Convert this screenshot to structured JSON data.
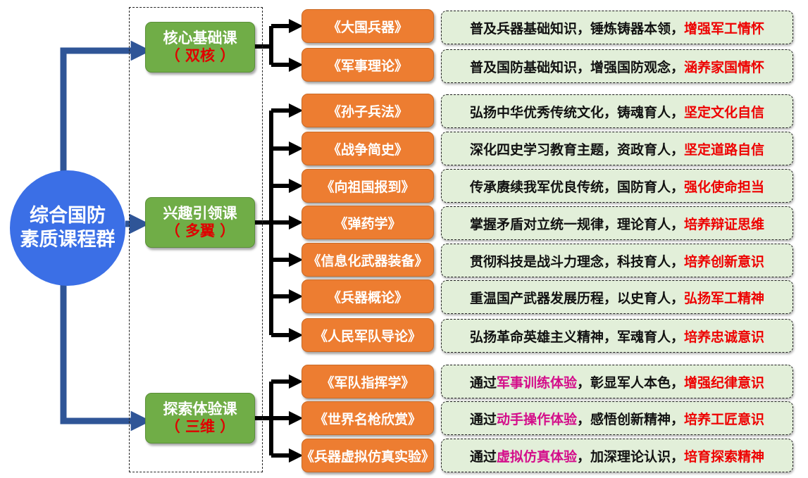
{
  "root": {
    "line1": "综合国防",
    "line2": "素质课程群"
  },
  "categories": [
    {
      "title": "核心基础课",
      "sub": "（ 双核 ）"
    },
    {
      "title": "兴趣引领课",
      "sub": "（ 多翼 ）"
    },
    {
      "title": "探索体验课",
      "sub": "（ 三维 ）"
    }
  ],
  "courses": [
    "《大国兵器》",
    "《军事理论》",
    "《孙子兵法》",
    "《战争简史》",
    "《向祖国报到》",
    "《弹药学》",
    "《信息化武器装备》",
    "《兵器概论》",
    "《人民军队导论》",
    "《军队指挥学》",
    "《世界名枪欣赏》",
    "《兵器虚拟仿真实验》"
  ],
  "descriptions": [
    {
      "parts": [
        "普及兵器基础知识，锤炼铸器本领，",
        "增强军工情怀"
      ]
    },
    {
      "parts": [
        "普及国防基础知识，增强国防观念，",
        "涵养家国情怀"
      ]
    },
    {
      "parts": [
        "弘扬中华优秀传统文化，铸魂育人，",
        "坚定文化自信"
      ]
    },
    {
      "parts": [
        "深化四史学习教育主题，资政育人，",
        "坚定道路自信"
      ]
    },
    {
      "parts": [
        "传承赓续我军优良传统，国防育人，",
        "强化使命担当"
      ]
    },
    {
      "parts": [
        "掌握矛盾对立统一规律，理论育人，",
        "培养辩证思维"
      ]
    },
    {
      "parts": [
        "贯彻科技是战斗力理念，科技育人，",
        "培养创新意识"
      ]
    },
    {
      "parts": [
        "重温国产武器发展历程，以史育人，",
        "弘扬军工精神"
      ]
    },
    {
      "parts": [
        "弘扬革命英雄主义精神，军魂育人，",
        "培养忠诚意识"
      ]
    },
    {
      "parts": [
        "通过",
        "军事训练体验",
        "，彰显军人本色，",
        "增强纪律意识"
      ]
    },
    {
      "parts": [
        "通过",
        "动手操作体验",
        "，感悟创新精神，",
        "培养工匠意识"
      ]
    },
    {
      "parts": [
        "通过",
        "虚拟仿真体验",
        "，加深理论认识，",
        "培育探索精神"
      ]
    }
  ],
  "colors": {
    "root": "#3b6fe6",
    "category": "#70ad47",
    "course": "#ed7d31",
    "description_bg": "#e2efd9",
    "root_arrow": "#2f5597",
    "highlight_red": "#ee0000",
    "highlight_pink": "#d40d8a"
  }
}
